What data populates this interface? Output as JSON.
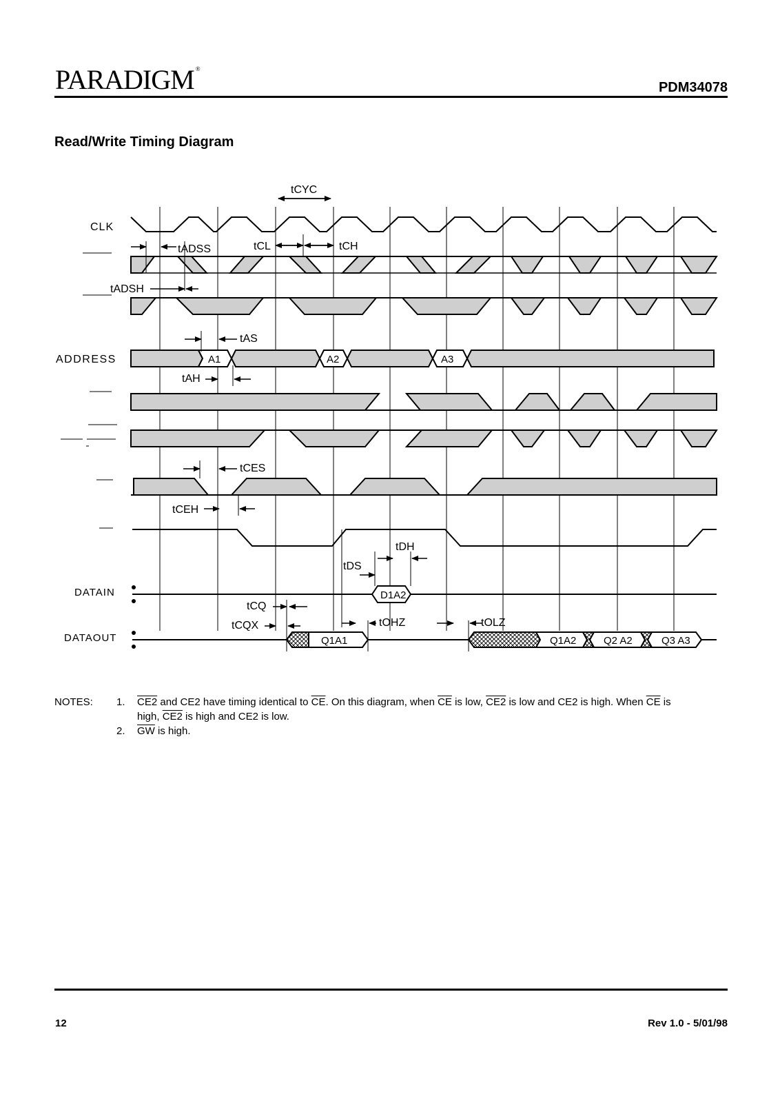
{
  "header": {
    "logo_text": "PARADIGM",
    "logo_mark": "®",
    "part_number": "PDM34078"
  },
  "section_title": "Read/Write Timing Diagram",
  "diagram": {
    "signals": {
      "clk": "CLK",
      "address": "ADDRESS",
      "data_in": "DATAIN",
      "data_out": "DATAOUT"
    },
    "timing_labels": {
      "tcyc": "tCYC",
      "tadss": "tADSS",
      "tcl": "tCL",
      "tch": "tCH",
      "tadsh": "tADSH",
      "tas": "tAS",
      "tah": "tAH",
      "tces": "tCES",
      "tceh": "tCEH",
      "tdh": "tDH",
      "tds": "tDS",
      "tcq": "tCQ",
      "tcqx": "tCQX",
      "tohz": "tOHZ",
      "tolz": "tOLZ"
    },
    "address_values": [
      "A1",
      "A2",
      "A3"
    ],
    "data_in_values": [
      "D1A2"
    ],
    "data_out_values": [
      "Q1A1",
      "Q1A2",
      "Q2 A2",
      "Q3 A3"
    ]
  },
  "notes": {
    "label": "NOTES:",
    "items": [
      {
        "num": "1.",
        "parts": [
          "CE2",
          " and CE2 have timing identical to ",
          "CE",
          ". On this diagram, when ",
          "CE",
          " is low, ",
          "CE2",
          " is low and CE2 is high. When ",
          "CE",
          " is"
        ],
        "line2": [
          "high, ",
          "CE2",
          " is high and CE2 is low."
        ]
      },
      {
        "num": "2.",
        "parts": [
          "GW",
          " is high."
        ]
      }
    ]
  },
  "footer": {
    "page_number": "12",
    "revision": "Rev 1.0 - 5/01/98"
  }
}
